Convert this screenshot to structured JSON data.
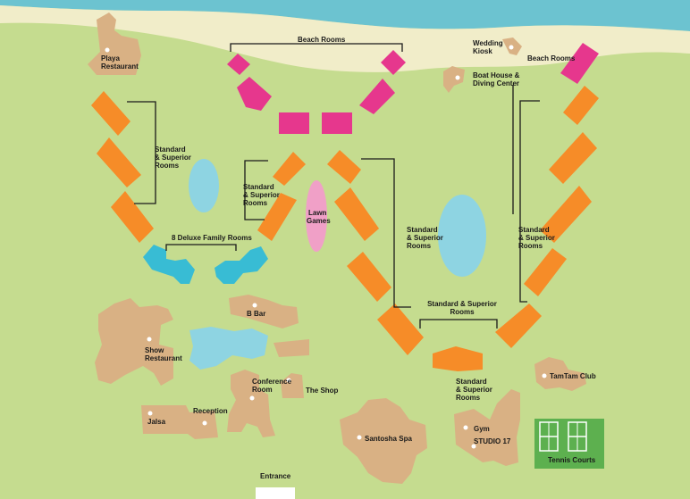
{
  "colors": {
    "grass": "#c5dc8f",
    "sea": "#6cc3d0",
    "sand": "#f1edc9",
    "building": "#d9b184",
    "standard_rooms": "#f68c28",
    "beach_rooms": "#e6378d",
    "family_rooms": "#38bcd4",
    "pool": "#8ed4e2",
    "lawn": "#f0a0c7",
    "tennis": "#5db04f"
  },
  "labels": {
    "beach_rooms_top": "Beach Rooms",
    "beach_rooms_right": "Beach Rooms",
    "wedding_kiosk_1": "Wedding",
    "wedding_kiosk_2": "Kiosk",
    "boat_house_1": "Boat House &",
    "boat_house_2": "Diving Center",
    "playa_1": "Playa",
    "playa_2": "Restaurant",
    "std_left_1": "Standard",
    "std_left_2": "& Superior",
    "std_left_3": "Rooms",
    "std_midleft_1": "Standard",
    "std_midleft_2": "& Superior",
    "std_midleft_3": "Rooms",
    "lawn_1": "Lawn",
    "lawn_2": "Games",
    "std_center_1": "Standard",
    "std_center_2": "& Superior",
    "std_center_3": "Rooms",
    "std_right_1": "Standard",
    "std_right_2": "& Superior",
    "std_right_3": "Rooms",
    "family": "8 Deluxe Family Rooms",
    "bbar": "B Bar",
    "std_bottom_top_1": "Standard & Superior",
    "std_bottom_top_2": "Rooms",
    "show_1": "Show",
    "show_2": "Restaurant",
    "conference_1": "Conference",
    "conference_2": "Room",
    "theshop": "The Shop",
    "tamtam": "TamTam Club",
    "std_bottom_1": "Standard",
    "std_bottom_2": "& Superior",
    "std_bottom_3": "Rooms",
    "reception": "Reception",
    "jalsa": "Jalsa",
    "gym": "Gym",
    "studio": "STUDIO 17",
    "spa": "Santosha Spa",
    "tennis": "Tennis Courts",
    "entrance": "Entrance"
  }
}
